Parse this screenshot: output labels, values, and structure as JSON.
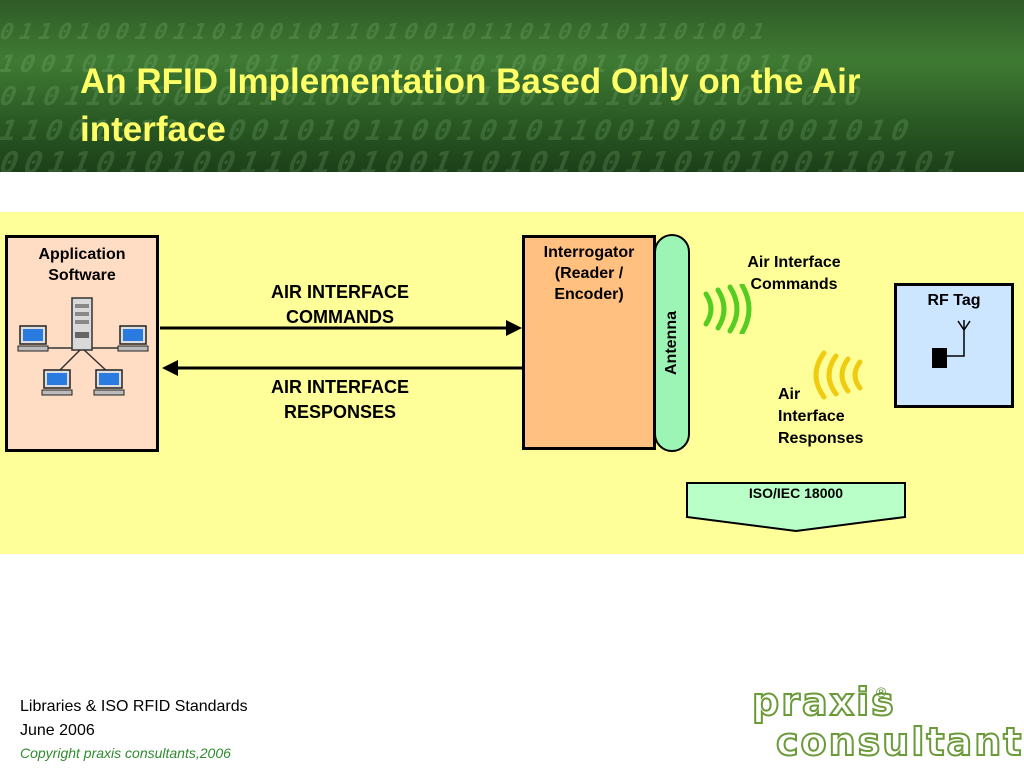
{
  "title": "An RFID Implementation Based Only on the Air interface",
  "diagram": {
    "application_box": {
      "line1": "Application",
      "line2": "Software"
    },
    "interrogator_box": {
      "line1": "Interrogator",
      "line2": "(Reader /",
      "line3": "Encoder)"
    },
    "antenna_label": "Antenna",
    "rf_tag_box": {
      "label": "RF Tag"
    },
    "commands_arrow_label": {
      "line1": "AIR INTERFACE",
      "line2": "COMMANDS"
    },
    "responses_arrow_label": {
      "line1": "AIR INTERFACE",
      "line2": "RESPONSES"
    },
    "wireless_commands_label": {
      "line1": "Air Interface",
      "line2": "Commands"
    },
    "wireless_responses_label": {
      "line1": "Air",
      "line2": "Interface",
      "line3": "Responses"
    },
    "standard_label": "ISO/IEC 18000",
    "colors": {
      "panel_background": "#ffff99",
      "application_fill": "#ffdcc4",
      "interrogator_fill": "#ffc080",
      "antenna_fill": "#9cf5b4",
      "rf_tag_fill": "#cce6ff",
      "standard_fill": "#b8ffc8",
      "commands_wave": "#55cc22",
      "responses_wave": "#f0cc10"
    },
    "icons": [
      "server-icon",
      "computer-icon",
      "wave-icon",
      "rf-tag-antenna-icon"
    ]
  },
  "footer": {
    "line1": "Libraries & ISO RFID Standards",
    "line2": "June 2006",
    "copyright": "Copyright praxis consultants,2006"
  },
  "logo": {
    "word1": "praxis",
    "word2": "consultants",
    "mark": "®"
  }
}
